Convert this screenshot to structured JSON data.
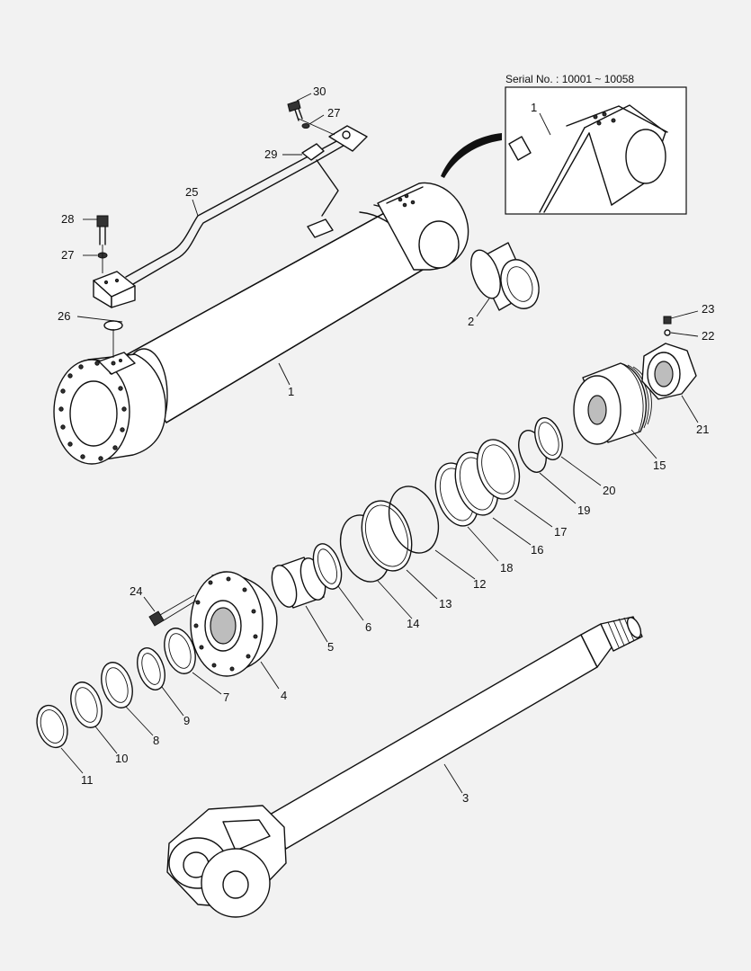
{
  "serial_note": "Serial No. : 10001 ~ 10058",
  "inset_callout": "1",
  "callouts": {
    "p1": "1",
    "p2": "2",
    "p3": "3",
    "p4": "4",
    "p5": "5",
    "p6": "6",
    "p7": "7",
    "p8": "8",
    "p9": "9",
    "p10": "10",
    "p11": "11",
    "p12": "12",
    "p13": "13",
    "p14": "14",
    "p15": "15",
    "p16": "16",
    "p17": "17",
    "p18": "18",
    "p19": "19",
    "p20": "20",
    "p21": "21",
    "p22": "22",
    "p23": "23",
    "p24": "24",
    "p25": "25",
    "p26": "26",
    "p27a": "27",
    "p27b": "27",
    "p28": "28",
    "p29": "29",
    "p30": "30"
  }
}
